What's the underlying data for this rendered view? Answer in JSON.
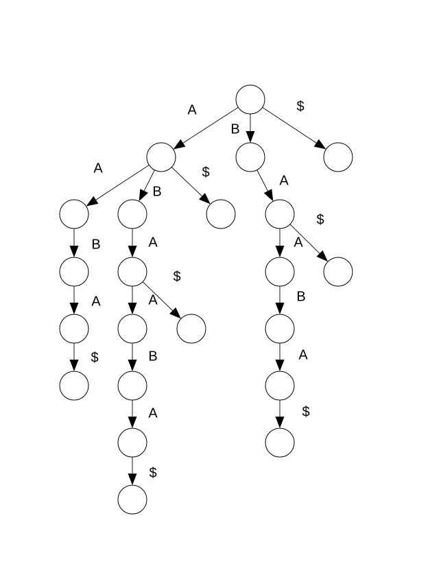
{
  "diagram": {
    "nodes": [
      "n0",
      "n1",
      "n2",
      "n3",
      "n4",
      "n5",
      "n6",
      "n7",
      "n8",
      "n9",
      "n10",
      "n11",
      "n12",
      "n13",
      "n14",
      "n15",
      "n16",
      "n17",
      "n18",
      "n19",
      "n20",
      "n21"
    ],
    "edges": [
      {
        "id": "e1",
        "from": "n0",
        "to": "n1",
        "label": "A"
      },
      {
        "id": "e2",
        "from": "n0",
        "to": "n2",
        "label": "B"
      },
      {
        "id": "e3",
        "from": "n0",
        "to": "n3",
        "label": "$"
      },
      {
        "id": "e4",
        "from": "n1",
        "to": "n4",
        "label": "A"
      },
      {
        "id": "e5",
        "from": "n1",
        "to": "n5",
        "label": "B"
      },
      {
        "id": "e6",
        "from": "n1",
        "to": "n6",
        "label": "$"
      },
      {
        "id": "e7",
        "from": "n2",
        "to": "n7",
        "label": "A"
      },
      {
        "id": "e8",
        "from": "n4",
        "to": "n8",
        "label": "B"
      },
      {
        "id": "e9",
        "from": "n8",
        "to": "n9",
        "label": "A"
      },
      {
        "id": "e10",
        "from": "n9",
        "to": "n10",
        "label": "$"
      },
      {
        "id": "e11",
        "from": "n5",
        "to": "n11",
        "label": "A"
      },
      {
        "id": "e12",
        "from": "n11",
        "to": "n12",
        "label": "A"
      },
      {
        "id": "e13",
        "from": "n11",
        "to": "n13",
        "label": "$"
      },
      {
        "id": "e14",
        "from": "n12",
        "to": "n14",
        "label": "B"
      },
      {
        "id": "e15",
        "from": "n14",
        "to": "n15",
        "label": "A"
      },
      {
        "id": "e16",
        "from": "n15",
        "to": "n16",
        "label": "$"
      },
      {
        "id": "e17",
        "from": "n7",
        "to": "n17",
        "label": "A"
      },
      {
        "id": "e18",
        "from": "n7",
        "to": "n18",
        "label": "$"
      },
      {
        "id": "e19",
        "from": "n17",
        "to": "n19",
        "label": "B"
      },
      {
        "id": "e20",
        "from": "n19",
        "to": "n20",
        "label": "A"
      },
      {
        "id": "e21",
        "from": "n20",
        "to": "n21",
        "label": "$"
      }
    ]
  }
}
